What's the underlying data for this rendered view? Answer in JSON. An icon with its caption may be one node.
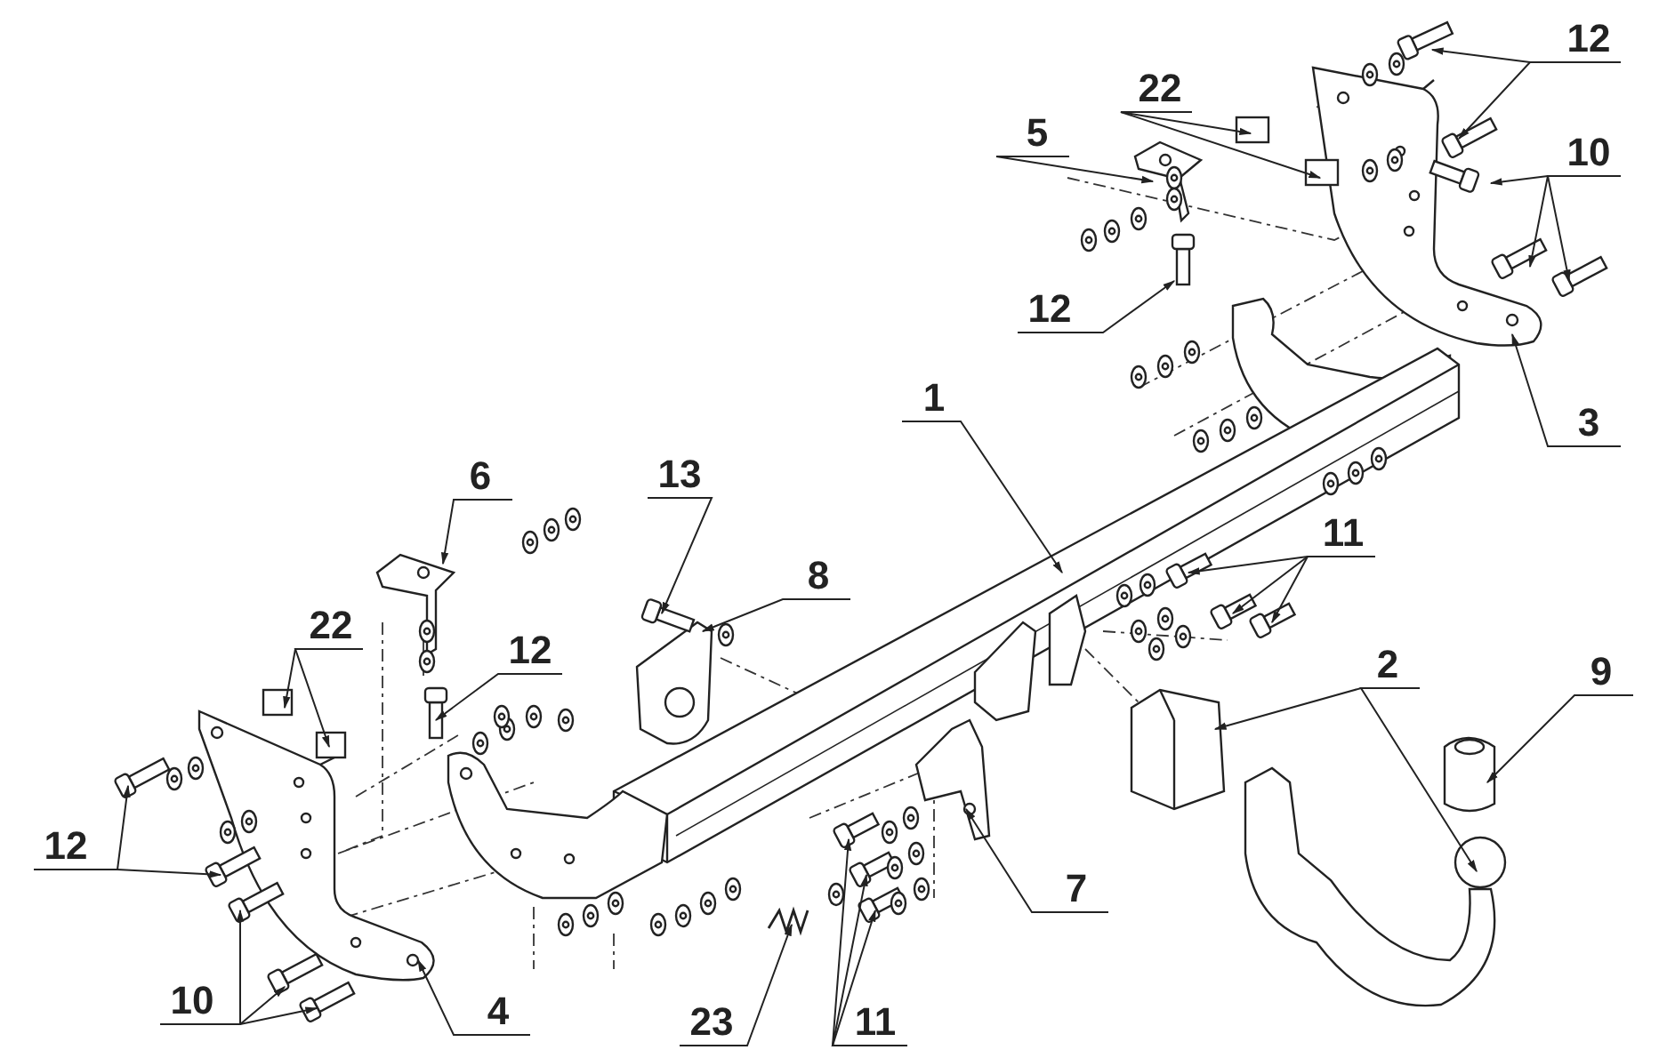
{
  "diagram": {
    "nodes": [
      {
        "text": [
          "12"
        ]
      },
      {
        "text": [
          "22"
        ]
      },
      {
        "text": [
          "5"
        ]
      },
      {
        "text": [
          "10"
        ]
      },
      {
        "text": [
          "12"
        ]
      },
      {
        "text": [
          "1"
        ]
      },
      {
        "text": [
          "3"
        ]
      },
      {
        "text": [
          "6"
        ]
      },
      {
        "text": [
          "13"
        ]
      },
      {
        "text": [
          "11"
        ]
      },
      {
        "text": [
          "8"
        ]
      },
      {
        "text": [
          "22"
        ]
      },
      {
        "text": [
          "12"
        ]
      },
      {
        "text": [
          "2"
        ]
      },
      {
        "text": [
          "9"
        ]
      },
      {
        "text": [
          "12"
        ]
      },
      {
        "text": [
          "7"
        ]
      },
      {
        "text": [
          "10"
        ]
      },
      {
        "text": [
          "4"
        ]
      },
      {
        "text": [
          "23"
        ]
      },
      {
        "text": [
          "11"
        ]
      }
    ],
    "edges": [
      {
        "from": 0,
        "to": null,
        "arrow": "to"
      },
      {
        "from": 0,
        "to": null,
        "arrow": "to"
      },
      {
        "from": 1,
        "to": null,
        "arrow": "to"
      },
      {
        "from": 1,
        "to": null,
        "arrow": "to"
      },
      {
        "from": 2,
        "to": null,
        "arrow": "to"
      },
      {
        "from": 3,
        "to": null,
        "arrow": "to"
      },
      {
        "from": 3,
        "to": null,
        "arrow": "to"
      },
      {
        "from": 3,
        "to": null,
        "arrow": "to"
      },
      {
        "from": 4,
        "to": null,
        "arrow": "to"
      },
      {
        "from": 5,
        "to": null,
        "arrow": "to"
      },
      {
        "from": 6,
        "to": null,
        "arrow": "to"
      },
      {
        "from": 7,
        "to": null,
        "arrow": "to"
      },
      {
        "from": 8,
        "to": null,
        "arrow": "to"
      },
      {
        "from": 9,
        "to": null,
        "arrow": "to"
      },
      {
        "from": 9,
        "to": null,
        "arrow": "to"
      },
      {
        "from": 9,
        "to": null,
        "arrow": "to"
      },
      {
        "from": 10,
        "to": null,
        "arrow": "to"
      },
      {
        "from": 11,
        "to": null,
        "arrow": "to"
      },
      {
        "from": 11,
        "to": null,
        "arrow": "to"
      },
      {
        "from": 12,
        "to": null,
        "arrow": "to"
      },
      {
        "from": 13,
        "to": null,
        "arrow": "to"
      },
      {
        "from": 13,
        "to": null,
        "arrow": "to"
      },
      {
        "from": 14,
        "to": null,
        "arrow": "to"
      },
      {
        "from": 15,
        "to": null,
        "arrow": "to"
      },
      {
        "from": 15,
        "to": null,
        "arrow": "to"
      },
      {
        "from": 16,
        "to": null,
        "arrow": "to"
      },
      {
        "from": 17,
        "to": null,
        "arrow": "to"
      },
      {
        "from": 17,
        "to": null,
        "arrow": "to"
      },
      {
        "from": 17,
        "to": null,
        "arrow": "to"
      },
      {
        "from": 18,
        "to": null,
        "arrow": "to"
      },
      {
        "from": 19,
        "to": null,
        "arrow": "to"
      },
      {
        "from": 20,
        "to": null,
        "arrow": "to"
      },
      {
        "from": 20,
        "to": null,
        "arrow": "to"
      },
      {
        "from": 20,
        "to": null,
        "arrow": "to"
      }
    ]
  }
}
